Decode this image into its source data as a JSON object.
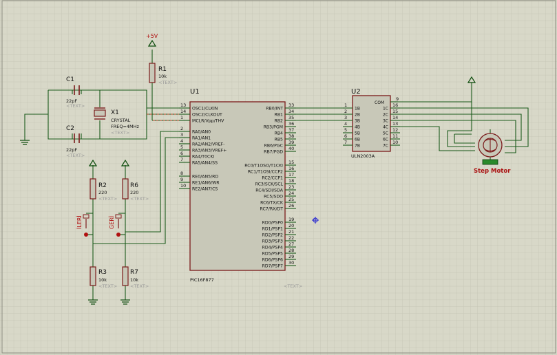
{
  "colors": {
    "background": "#d8d8c8",
    "grid": "#c2c2b2",
    "sheet_border": "#8c8c80",
    "wire": "#1a5a1a",
    "body_outline": "#7a1a1a",
    "body_fill": "#c8c8b8",
    "label": "#111111",
    "ref": "#111111",
    "text_placeholder": "#9a9a9a",
    "power_arrow": "#0a4a0a",
    "pin_dot": "#b01010",
    "motor_label": "#aa1111",
    "motor_indicator": "#2a8a2a",
    "marker": "#2020d0",
    "crystal_link": "#b04020"
  },
  "power": {
    "vcc_label": "+5V"
  },
  "components": {
    "c1": {
      "ref": "C1",
      "value": "22pF",
      "text": "<TEXT>"
    },
    "c2": {
      "ref": "C2",
      "value": "22pF",
      "text": "<TEXT>"
    },
    "x1": {
      "ref": "X1",
      "line1": "CRYSTAL",
      "line2": "FREQ=4MHz",
      "text": "<TEXT>"
    },
    "r1": {
      "ref": "R1",
      "value": "10k",
      "text": "<TEXT>"
    },
    "r2": {
      "ref": "R2",
      "value": "220",
      "text": "<TEXT>"
    },
    "r6": {
      "ref": "R6",
      "value": "220",
      "text": "<TEXT>"
    },
    "r3": {
      "ref": "R3",
      "value": "10k",
      "text": "<TEXT>"
    },
    "r7": {
      "ref": "R7",
      "value": "10k",
      "text": "<TEXT>"
    },
    "sw_ileri": {
      "label": "İLERİ"
    },
    "sw_geri": {
      "label": "GERİ"
    },
    "motor": {
      "label": "Step Motor"
    }
  },
  "u1": {
    "ref": "U1",
    "part": "PIC16F877",
    "text": "<TEXT>",
    "left_pins": [
      {
        "num": "13",
        "name": "OSC1/CLKIN"
      },
      {
        "num": "14",
        "name": "OSC2/CLKOUT"
      },
      {
        "num": "1",
        "name": "MCLR/Vpp/THV"
      },
      {
        "num": "2",
        "name": "RA0/AN0"
      },
      {
        "num": "3",
        "name": "RA1/AN1"
      },
      {
        "num": "4",
        "name": "RA2/AN2/VREF-"
      },
      {
        "num": "5",
        "name": "RA3/AN3/VREF+"
      },
      {
        "num": "6",
        "name": "RA4/T0CKI"
      },
      {
        "num": "7",
        "name": "RA5/AN4/SS"
      },
      {
        "num": "8",
        "name": "RE0/AN5/RD"
      },
      {
        "num": "9",
        "name": "RE1/AN6/WR"
      },
      {
        "num": "10",
        "name": "RE2/AN7/CS"
      }
    ],
    "right_pins": [
      {
        "num": "33",
        "name": "RB0/INT"
      },
      {
        "num": "34",
        "name": "RB1"
      },
      {
        "num": "35",
        "name": "RB2"
      },
      {
        "num": "36",
        "name": "RB3/PGM"
      },
      {
        "num": "37",
        "name": "RB4"
      },
      {
        "num": "38",
        "name": "RB5"
      },
      {
        "num": "39",
        "name": "RB6/PGC"
      },
      {
        "num": "40",
        "name": "RB7/PGD"
      },
      {
        "num": "15",
        "name": "RC0/T1OSO/T1CKI"
      },
      {
        "num": "16",
        "name": "RC1/T1OSI/CCP2"
      },
      {
        "num": "17",
        "name": "RC2/CCP1"
      },
      {
        "num": "18",
        "name": "RC3/SCK/SCL"
      },
      {
        "num": "23",
        "name": "RC4/SDI/SDA"
      },
      {
        "num": "24",
        "name": "RC5/SDO"
      },
      {
        "num": "25",
        "name": "RC6/TX/CK"
      },
      {
        "num": "26",
        "name": "RC7/RX/DT"
      },
      {
        "num": "19",
        "name": "RD0/PSP0"
      },
      {
        "num": "20",
        "name": "RD1/PSP1"
      },
      {
        "num": "21",
        "name": "RD2/PSP2"
      },
      {
        "num": "22",
        "name": "RD3/PSP3"
      },
      {
        "num": "27",
        "name": "RD4/PSP4"
      },
      {
        "num": "28",
        "name": "RD5/PSP5"
      },
      {
        "num": "29",
        "name": "RD6/PSP6"
      },
      {
        "num": "30",
        "name": "RD7/PSP7"
      }
    ]
  },
  "u2": {
    "ref": "U2",
    "part": "ULN2003A",
    "com": {
      "num": "9",
      "name": "COM"
    },
    "left_pins": [
      {
        "num": "1",
        "name": "1B"
      },
      {
        "num": "2",
        "name": "2B"
      },
      {
        "num": "3",
        "name": "3B"
      },
      {
        "num": "4",
        "name": "4B"
      },
      {
        "num": "5",
        "name": "5B"
      },
      {
        "num": "6",
        "name": "6B"
      },
      {
        "num": "7",
        "name": "7B"
      }
    ],
    "right_pins": [
      {
        "num": "16",
        "name": "1C"
      },
      {
        "num": "15",
        "name": "2C"
      },
      {
        "num": "14",
        "name": "3C"
      },
      {
        "num": "13",
        "name": "4C"
      },
      {
        "num": "12",
        "name": "5C"
      },
      {
        "num": "11",
        "name": "6C"
      },
      {
        "num": "10",
        "name": "7C"
      }
    ]
  }
}
